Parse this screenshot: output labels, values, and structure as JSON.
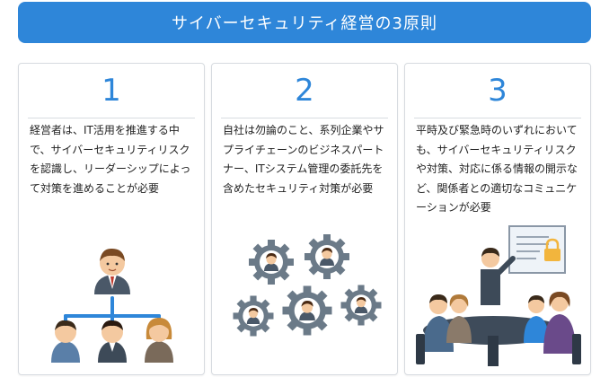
{
  "title": "サイバーセキュリティ経営の3原則",
  "principles": [
    {
      "number": "1",
      "text": "経営者は、IT活用を推進する中で、サイバーセキュリティリスクを認識し、リーダーシップによって対策を進めることが必要",
      "illustration": "leader-hierarchy"
    },
    {
      "number": "2",
      "text": "自社は勿論のこと、系列企業やサプライチェーンのビジネスパートナー、ITシステム管理の委託先を含めたセキュリティ対策が必要",
      "illustration": "connected-gears"
    },
    {
      "number": "3",
      "text": "平時及び緊急時のいずれにおいても、サイバーセキュリティリスクや対策、対応に係る情報の開示など、関係者との適切なコミュニケーションが必要",
      "illustration": "meeting-presentation"
    }
  ],
  "colors": {
    "accent": "#2e86d9",
    "gear": "#6b7a88",
    "card_border": "#d7dbe0",
    "lock": "#f2b53d"
  }
}
